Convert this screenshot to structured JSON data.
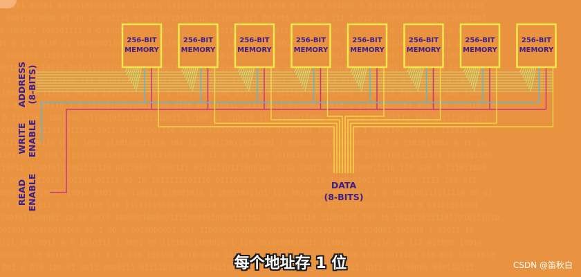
{
  "diagram": {
    "memory_label_line1": "256-BIT",
    "memory_label_line2": "MEMORY",
    "memory_count": 8,
    "address_label_line1": "ADDRESS",
    "address_label_line2": "(8-BITS)",
    "write_label_line1": "WRITE",
    "write_label_line2": "ENABLE",
    "read_label_line1": "READ",
    "read_label_line2": "ENABLE",
    "data_label_line1": "DATA",
    "data_label_line2": "(8-BITS)"
  },
  "caption": "每个地址存 1 位",
  "watermark": "CSDN @笛秋白",
  "colors": {
    "background": "#e9923f",
    "memory_box": "#f2e94a",
    "address_wires": "#c8e27a",
    "write_wire": "#5fb8d0",
    "read_wire": "#c8367a",
    "data_wires": "#f5e04a",
    "label_text": "#3d1f8a"
  }
}
